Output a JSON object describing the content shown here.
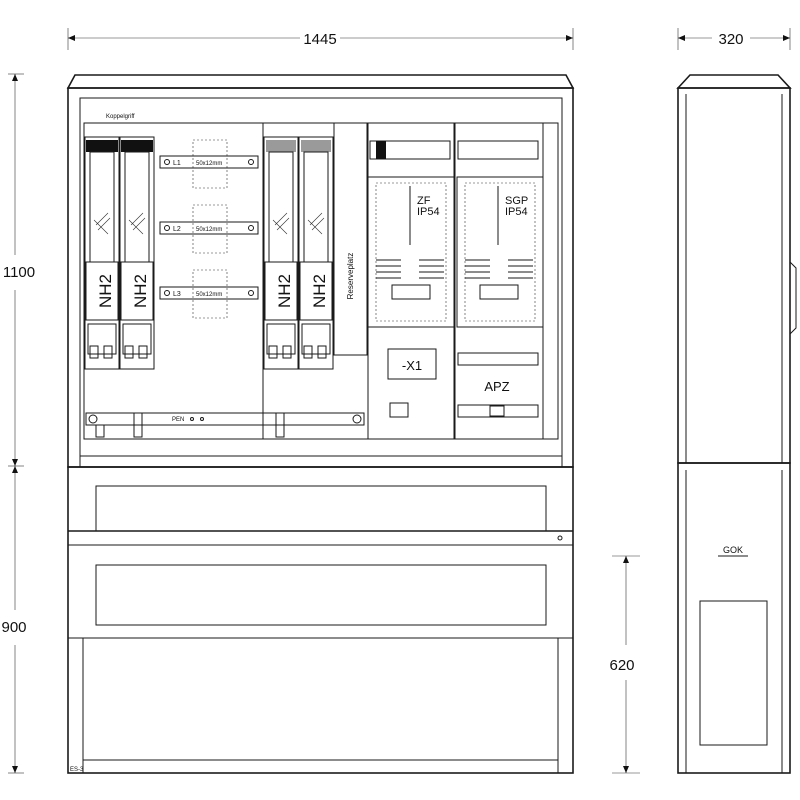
{
  "dimensions": {
    "front_width": "1445",
    "side_width": "320",
    "upper_height": "1100",
    "lower_height": "900",
    "foundation_depth": "620"
  },
  "labels": {
    "coupling_handle": "Koppelgriff",
    "fuse_left_1": "NH2",
    "fuse_left_2": "NH2",
    "fuse_right_1": "NH2",
    "fuse_right_2": "NH2",
    "busbar_l1": "L1",
    "busbar_l2": "L2",
    "busbar_l3": "L3",
    "busbar_size_1": "50x12mm",
    "busbar_size_2": "50x12mm",
    "busbar_size_3": "50x12mm",
    "reserve_space": "Reserveplatz",
    "meter_zf": "ZF",
    "meter_zf_ip": "IP54",
    "meter_sgp": "SGP",
    "meter_sgp_ip": "IP54",
    "terminal_x1": "-X1",
    "apz": "APZ",
    "pen": "PEN",
    "ground_level": "GOK",
    "drawing_id": "ES-3"
  }
}
